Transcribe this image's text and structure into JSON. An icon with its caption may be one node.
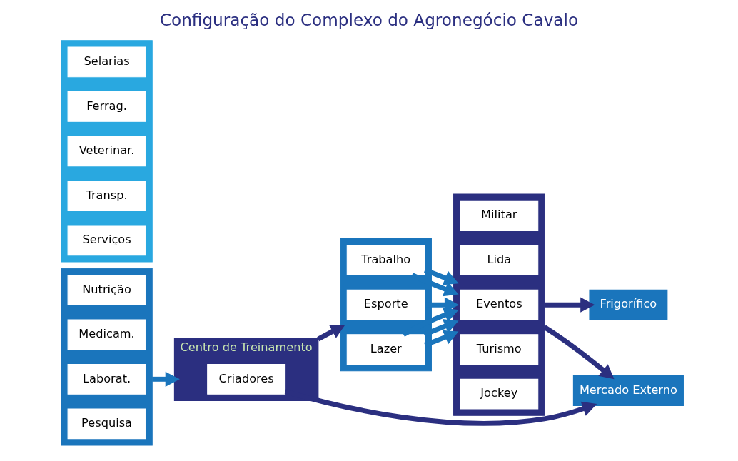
{
  "diagram": {
    "title": "Configuração do Complexo do Agronegócio Cavalo",
    "nodes": [
      {
        "text": [],
        "shape": "box"
      },
      {
        "text": [
          "Nutrição"
        ],
        "in": 0
      },
      {
        "text": [
          "Medicam."
        ],
        "in": 0
      },
      {
        "text": [
          "Laborat."
        ],
        "in": 0
      },
      {
        "text": [
          "Pesquisa"
        ],
        "in": 0
      },
      {
        "text": [
          "Centro de Treinamento"
        ]
      },
      {
        "text": [
          "Criadores"
        ],
        "in": 5
      },
      {
        "text": [],
        "shape": "box"
      },
      {
        "text": [
          "Trabalho"
        ],
        "in": 7
      },
      {
        "text": [
          "Esporte"
        ],
        "in": 7
      },
      {
        "text": [
          "Lazer"
        ],
        "in": 7
      },
      {
        "text": [],
        "shape": "box"
      },
      {
        "text": [
          "Militar"
        ],
        "in": 11
      },
      {
        "text": [
          "Lida"
        ],
        "in": 11
      },
      {
        "text": [
          "Eventos"
        ],
        "in": 11
      },
      {
        "text": [
          "Turismo"
        ],
        "in": 11
      },
      {
        "text": [
          "Jockey"
        ],
        "in": 11
      },
      {
        "text": [
          "Frigorífico"
        ]
      },
      {
        "text": [
          "Mercado Externo"
        ]
      },
      {
        "text": [],
        "shape": "box"
      },
      {
        "text": [
          "Selarias"
        ],
        "in": 19
      },
      {
        "text": [
          "Ferrag."
        ],
        "in": 19
      },
      {
        "text": [
          "Veterinar."
        ],
        "in": 19
      },
      {
        "text": [
          "Transp."
        ],
        "in": 19
      },
      {
        "text": [
          "Serviços"
        ],
        "in": 19
      }
    ],
    "edges": [
      {
        "from": 0,
        "to": 5,
        "arrow": "to"
      },
      {
        "from": 5,
        "to": 7,
        "arrow": "to",
        "color": "#2b2f80"
      },
      {
        "from": 8,
        "to": 11,
        "arrow": "to"
      },
      {
        "from": 8,
        "to": 11,
        "arrow": "to"
      },
      {
        "from": 9,
        "to": 11,
        "arrow": "to"
      },
      {
        "from": 10,
        "to": 11,
        "arrow": "to"
      },
      {
        "from": 10,
        "to": 11,
        "arrow": "to"
      },
      {
        "from": 10,
        "to": 11,
        "arrow": "to"
      },
      {
        "from": 11,
        "to": 17,
        "arrow": "to",
        "color": "#2b2f80"
      },
      {
        "from": 11,
        "to": 18,
        "arrow": "to",
        "color": "#2b2f80"
      },
      {
        "from": 6,
        "to": 18,
        "arrow": "to",
        "color": "#2b2f80"
      }
    ]
  }
}
